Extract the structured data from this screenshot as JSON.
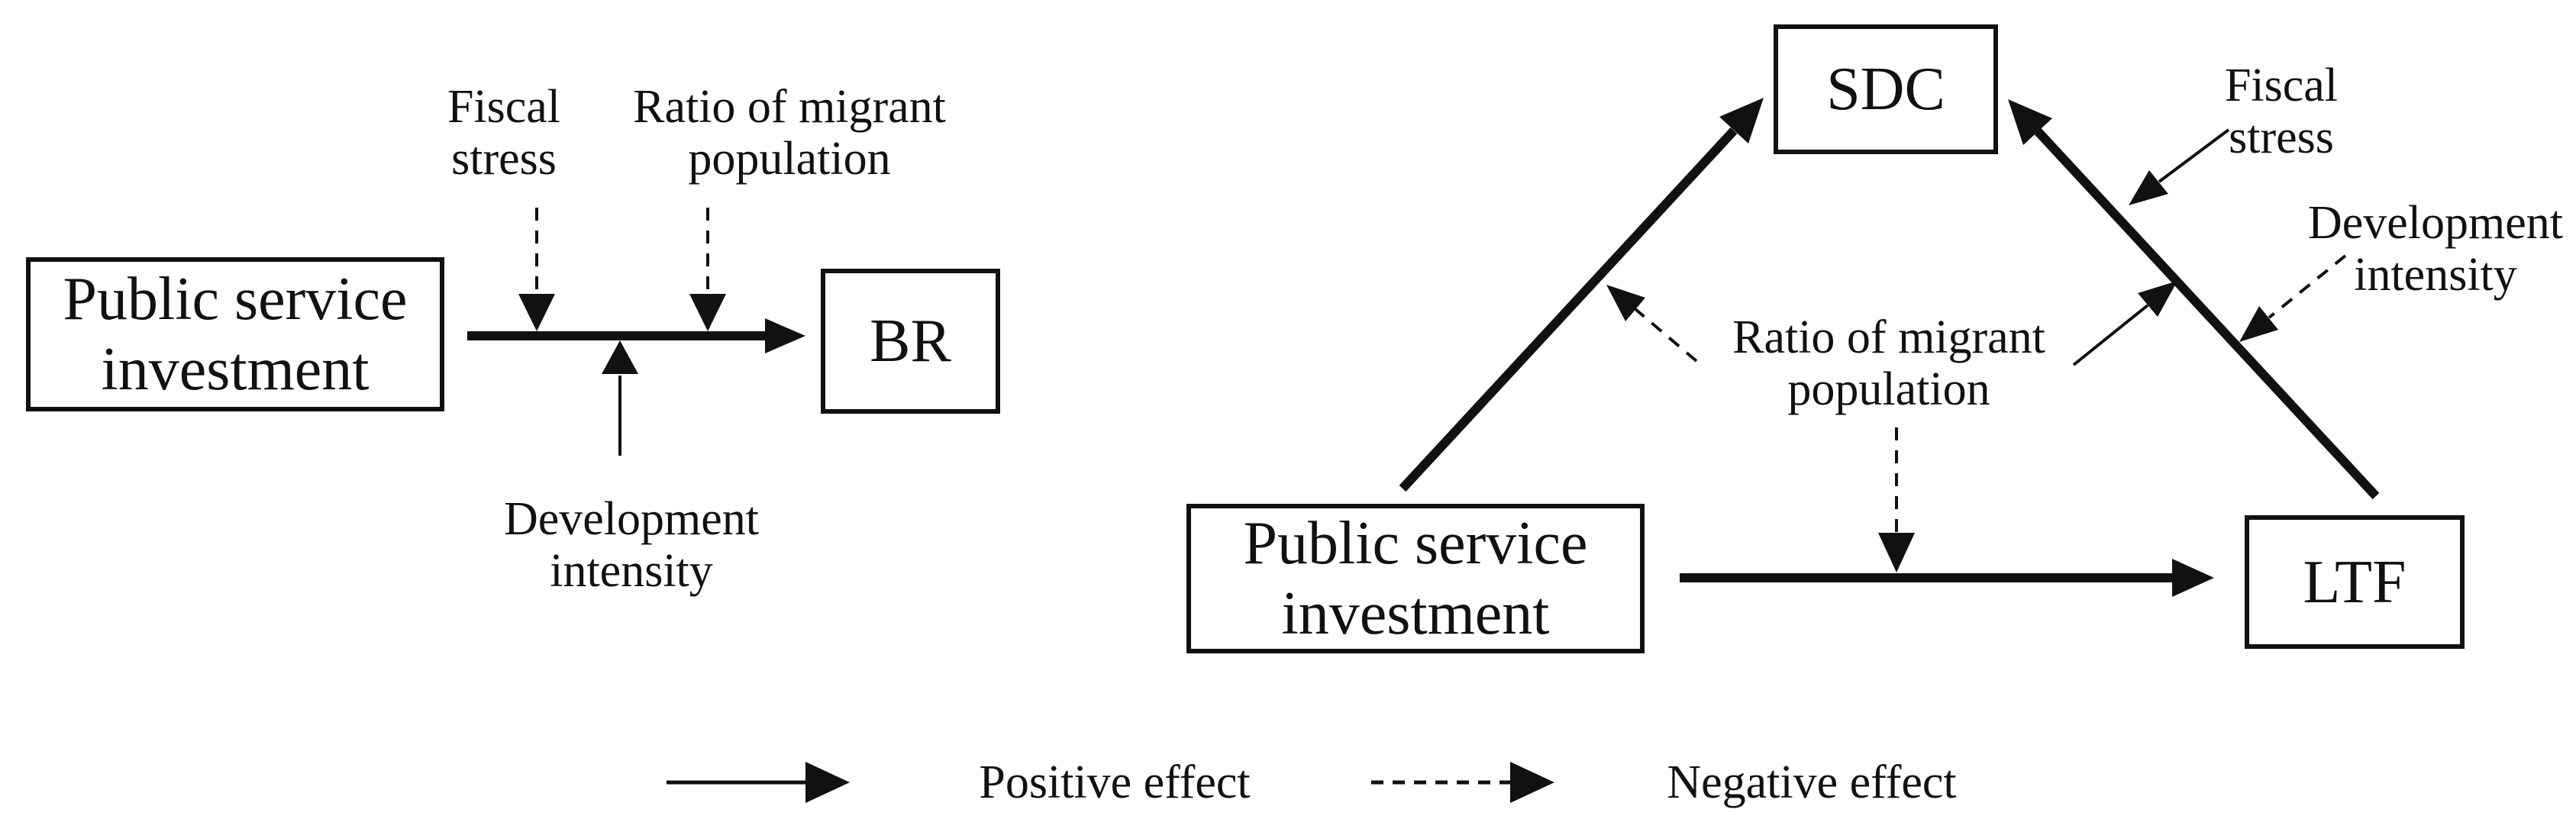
{
  "figure": {
    "left_panel": {
      "psi_box": {
        "line1": "Public service",
        "line2": "investment"
      },
      "br_box": {
        "label": "BR"
      },
      "moderators": {
        "fiscal": {
          "line1": "Fiscal",
          "line2": "stress",
          "arrow_style": "dashed"
        },
        "ratio": {
          "line1": "Ratio of migrant",
          "line2": "population",
          "arrow_style": "dashed"
        },
        "development": {
          "line1": "Development",
          "line2": "intensity",
          "arrow_style": "solid"
        }
      },
      "main_arrow": {
        "from": "Public service investment",
        "to": "BR",
        "style": "solid-thick"
      }
    },
    "right_panel": {
      "sdc_box": {
        "label": "SDC"
      },
      "ltf_box": {
        "label": "LTF"
      },
      "psi_box": {
        "line1": "Public service",
        "line2": "investment"
      },
      "moderators": {
        "fiscal": {
          "line1": "Fiscal",
          "line2": "stress",
          "arrow_style": "solid",
          "points_to": "LTF-SDC path"
        },
        "development": {
          "line1": "Development",
          "line2": "intensity",
          "arrow_style": "dashed",
          "points_to": "LTF-SDC path"
        },
        "ratio": {
          "line1": "Ratio of migrant",
          "line2": "population",
          "arrows": [
            {
              "style": "dashed",
              "points_to": "PSI-SDC path"
            },
            {
              "style": "solid",
              "points_to": "LTF-SDC path"
            },
            {
              "style": "dashed",
              "points_to": "PSI-LTF path"
            }
          ]
        }
      },
      "main_arrows": [
        {
          "from": "Public service investment",
          "to": "SDC",
          "style": "solid-thick"
        },
        {
          "from": "LTF",
          "to": "SDC",
          "style": "solid-thick"
        },
        {
          "from": "Public service investment",
          "to": "LTF",
          "style": "solid-thick"
        }
      ]
    },
    "legend": {
      "positive_label": "Positive effect",
      "negative_label": "Negative effect",
      "positive_style": "solid-arrow",
      "negative_style": "dashed-arrow"
    },
    "colors": {
      "ink": "#111111",
      "background": "#ffffff"
    }
  }
}
